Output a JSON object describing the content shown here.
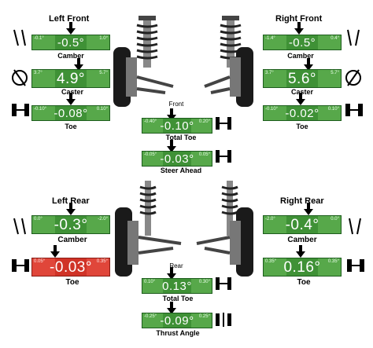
{
  "left_front": {
    "title": "Left Front",
    "camber": {
      "label": "Camber",
      "lo": "-0.1°",
      "hi": "1.0°",
      "value": "-0.5°"
    },
    "caster": {
      "label": "Caster",
      "lo": "3.7°",
      "hi": "5.7°",
      "value": "4.9°"
    },
    "toe": {
      "label": "Toe",
      "lo": "-0.10°",
      "hi": "0.10°",
      "value": "-0.08°"
    }
  },
  "right_front": {
    "title": "Right Front",
    "camber": {
      "label": "Camber",
      "lo": "-1.4°",
      "hi": "0.4°",
      "value": "-0.5°"
    },
    "caster": {
      "label": "Caster",
      "lo": "3.7°",
      "hi": "5.7°",
      "value": "5.6°"
    },
    "toe": {
      "label": "Toe",
      "lo": "-0.10°",
      "hi": "0.10°",
      "value": "-0.02°"
    }
  },
  "front_total": {
    "caption": "Front",
    "label": "Total Toe",
    "lo": "-0.40°",
    "hi": "0.20°",
    "value": "-0.10°"
  },
  "steer_ahead": {
    "label": "Steer Ahead",
    "lo": "-0.05°",
    "hi": "0.05°",
    "value": "-0.03°"
  },
  "left_rear": {
    "title": "Left Rear",
    "camber": {
      "label": "Camber",
      "lo": "0.0°",
      "hi": "-2.0°",
      "value": "-0.3°"
    },
    "toe": {
      "label": "Toe",
      "lo": "0.05°",
      "hi": "0.35°",
      "value": "-0.03°"
    }
  },
  "right_rear": {
    "title": "Right Rear",
    "camber": {
      "label": "Camber",
      "lo": "-2.0°",
      "hi": "0.0°",
      "value": "-0.4°"
    },
    "toe": {
      "label": "Toe",
      "lo": "0.35°",
      "hi": "0.35°",
      "value": "0.16°"
    }
  },
  "rear_total": {
    "caption": "Rear",
    "label": "Total Toe",
    "lo": "0.10°",
    "hi": "0.30°",
    "value": "0.13°"
  },
  "thrust_angle": {
    "label": "Thrust Angle",
    "lo": "-0.25°",
    "hi": "0.25°",
    "value": "-0.09°"
  },
  "colors": {
    "in_spec": "#57a84a",
    "out_of_spec": "#e0463a"
  }
}
